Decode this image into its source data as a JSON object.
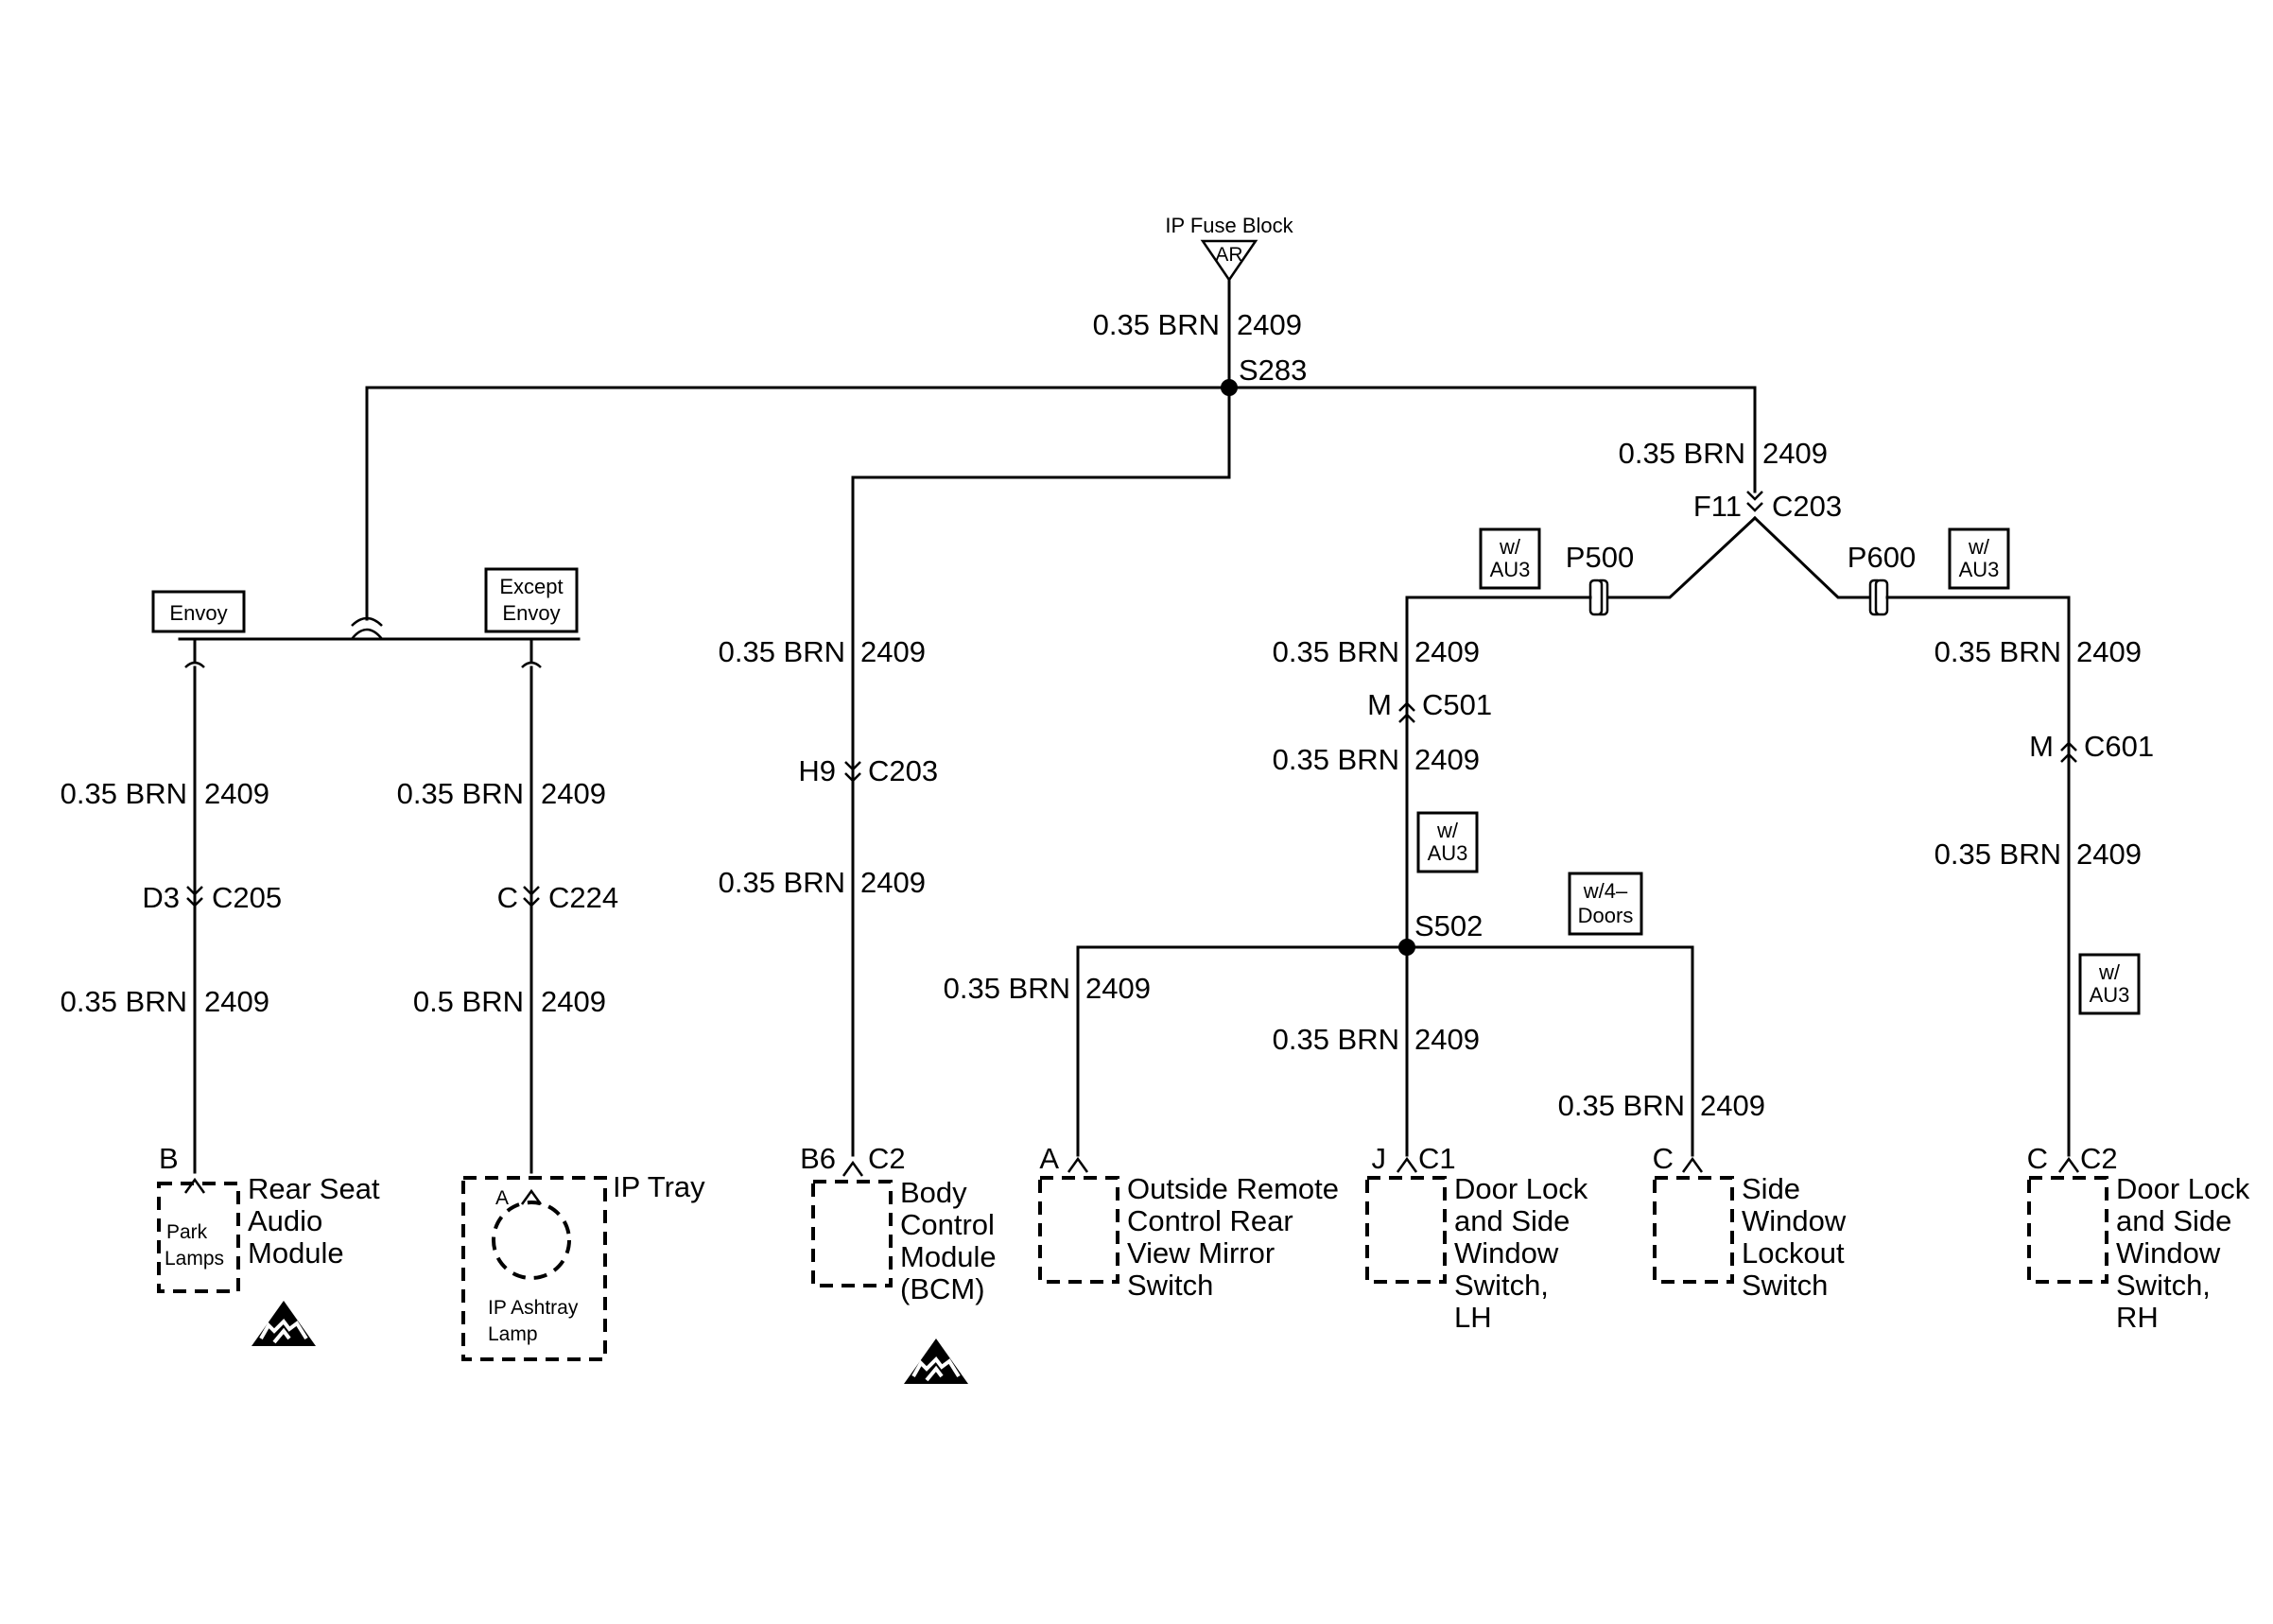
{
  "source": {
    "name": "IP Fuse Block",
    "fuse": "AR"
  },
  "wire": {
    "gauge_brn": "0.35 BRN",
    "gauge_brn_05": "0.5 BRN",
    "circuit": "2409"
  },
  "splices": {
    "s283": "S283",
    "s502": "S502"
  },
  "options": {
    "envoy": "Envoy",
    "except_envoy": [
      "Except",
      "Envoy"
    ],
    "w_au3": [
      "w/",
      "AU3"
    ],
    "w_4doors": [
      "w/4–",
      "Doors"
    ]
  },
  "connectors": {
    "c203_f11": {
      "pin": "F11",
      "name": "C203"
    },
    "p500": "P500",
    "p600": "P600",
    "c205": {
      "pin": "D3",
      "name": "C205"
    },
    "c224": {
      "pin": "C",
      "name": "C224"
    },
    "c203_h9": {
      "pin": "H9",
      "name": "C203"
    },
    "c501": {
      "pin": "M",
      "name": "C501"
    },
    "c601": {
      "pin": "M",
      "name": "C601"
    }
  },
  "components": {
    "rear_seat_audio": {
      "pin": "B",
      "inner": [
        "Park",
        "Lamps"
      ],
      "lines": [
        "Rear Seat",
        "Audio",
        "Module"
      ]
    },
    "ip_tray": {
      "pin": "A",
      "inner": [
        "IP Ashtray",
        "Lamp"
      ],
      "title": "IP Tray"
    },
    "bcm": {
      "pin": "B6",
      "conn": "C2",
      "lines": [
        "Body",
        "Control",
        "Module",
        "(BCM)"
      ]
    },
    "mirror_switch": {
      "pin": "A",
      "lines": [
        "Outside Remote",
        "Control Rear",
        "View Mirror",
        "Switch"
      ]
    },
    "door_lock_lh": {
      "pin": "J",
      "conn": "C1",
      "lines": [
        "Door Lock",
        "and Side",
        "Window",
        "Switch,",
        "LH"
      ]
    },
    "lockout_switch": {
      "pin": "C",
      "lines": [
        "Side",
        "Window",
        "Lockout",
        "Switch"
      ]
    },
    "door_lock_rh": {
      "pin": "C",
      "conn": "C2",
      "lines": [
        "Door Lock",
        "and Side",
        "Window",
        "Switch,",
        "RH"
      ]
    }
  }
}
